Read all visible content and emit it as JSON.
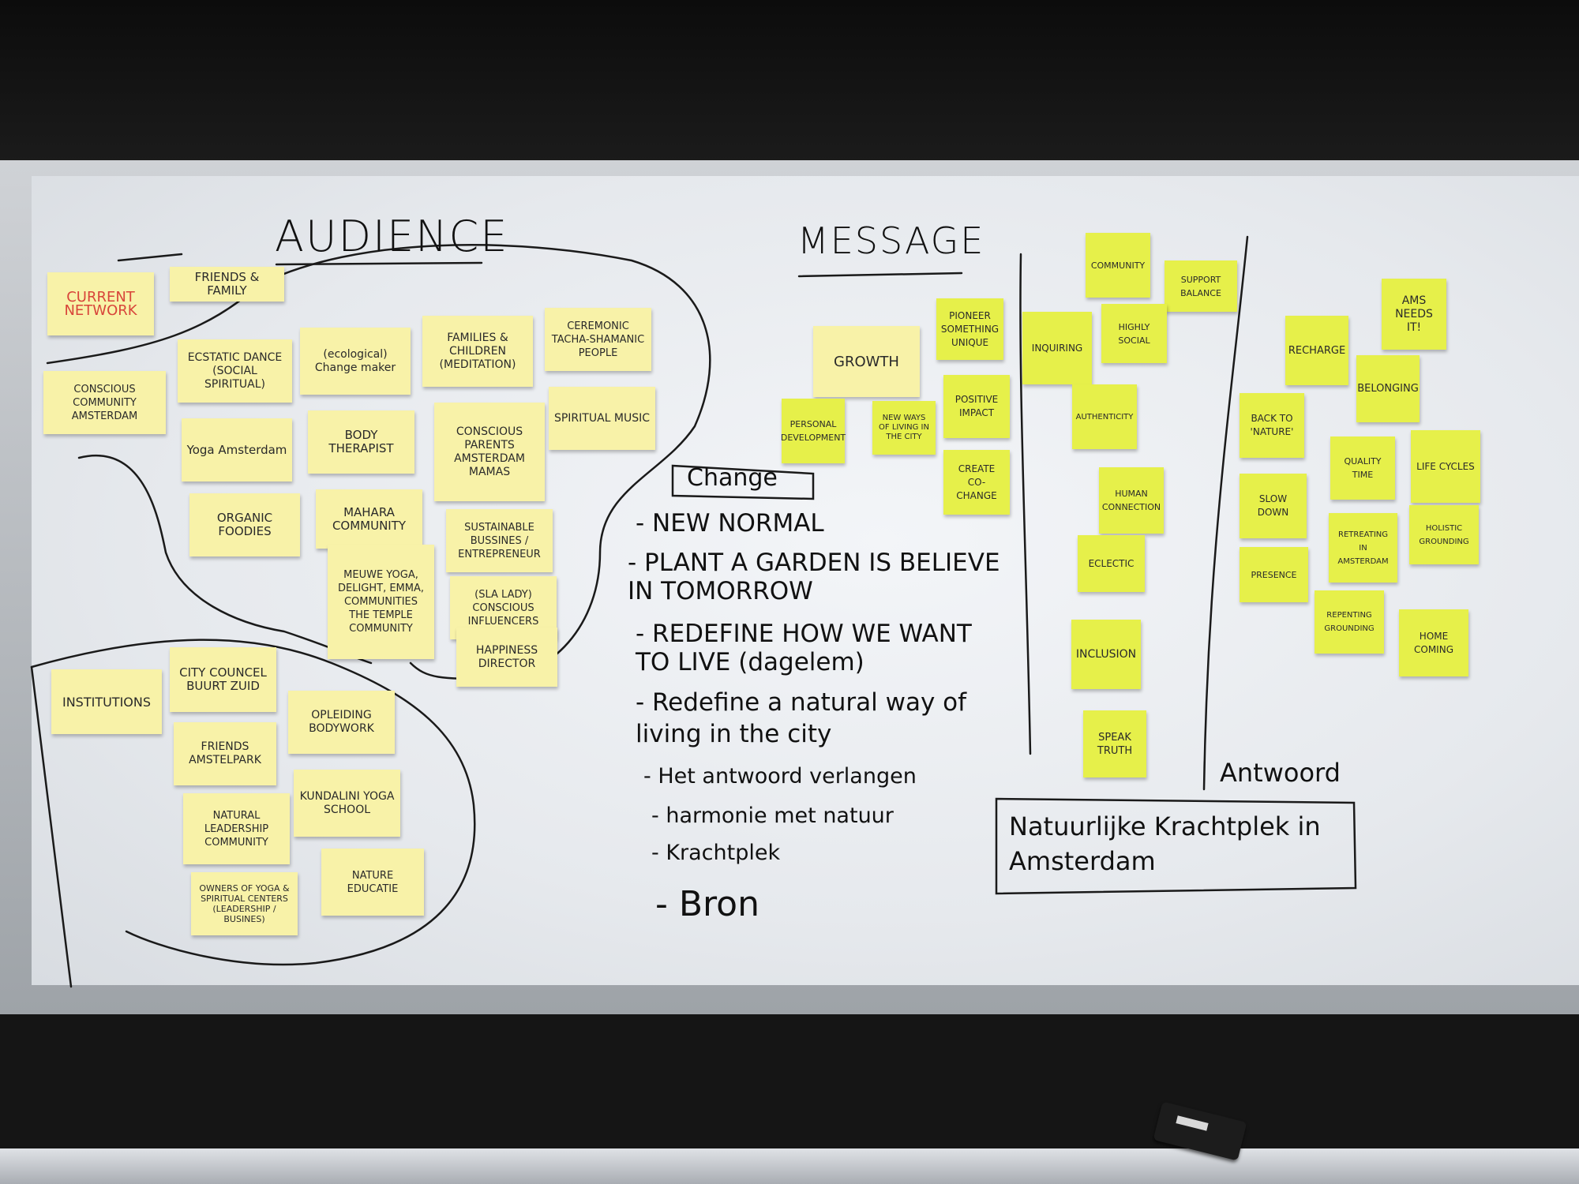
{
  "board": {
    "audience_title": "AUDIENCE",
    "message_title": "MESSAGE",
    "change_heading": "Change",
    "change_items": [
      "- NEW NORMAL",
      "- PLANT A GARDEN IS BELIEVE IN TOMORROW",
      "- REDEFINE HOW WE WANT TO LIVE (dagelem)",
      "- Redefine a natural way of living in the city",
      "- Het antwoord verlangen",
      "- harmonie met natuur",
      "- Krachtplek",
      "- Bron"
    ],
    "antwoord_label": "Antwoord",
    "antwoord_box": "Natuurlijke Krachtplek in Amsterdam"
  },
  "audience_notes": [
    "CURRENT NETWORK",
    "FRIENDS & FAMILY",
    "CONSCIOUS COMMUNITY AMSTERDAM",
    "ECSTATIC DANCE (SOCIAL SPIRITUAL)",
    "(ecological) Change maker",
    "FAMILIES & CHILDREN (Meditation)",
    "CEREMONIC TACHA-SHAMANIC PEOPLE",
    "Yoga Amsterdam",
    "BODY THERAPIST",
    "CONSCIOUS PARENTS AMSTERDAM MAMAS",
    "SPIRITUAL MUSIC",
    "ORGANIC FOODIES",
    "MAHARA COMMUNITY",
    "SUSTAINABLE BUSSINES / ENTREPRENEUR",
    "MEUWE YOGA, DELIGHT, EMMA, COMMUNITIES THE TEMPLE COMMUNITY",
    "(SLA LADY) CONSCIOUS INFLUENCERS",
    "HAPPINESS DIRECTOR",
    "INSTITUTIONS",
    "CITY COUNCEL BUURT ZUID",
    "OPLEIDING BODYWORK",
    "FRIENDS AMSTELPARK",
    "NATURAL LEADERSHIP COMMUNITY",
    "KUNDALINI YOGA SCHOOL",
    "NATURE EDUCATIE",
    "OWNERS OF YOGA & SPIRITUAL CENTERS (LEADERSHIP / BUSINES)"
  ],
  "message_notes": [
    "GROWTH",
    "PIONEER SOMETHING UNIQUE",
    "PERSONAL DEVELOPMENT",
    "NEW WAYS OF LIVING IN THE CITY",
    "POSITIVE IMPACT",
    "CREATE CO-CHANGE"
  ],
  "middle_notes": [
    "COMMUNITY",
    "SUPPORT BALANCE",
    "INQUIRING",
    "HIGHLY SOCIAL",
    "AUTHENTICITY",
    "HUMAN CONNECTION",
    "ECLECTIC",
    "INCLUSION",
    "SPEAK TRUTH"
  ],
  "right_notes": [
    "AMS NEEDS IT!",
    "RECHARGE",
    "BELONGING",
    "BACK TO 'NATURE'",
    "QUALITY TIME",
    "LIFE CYCLES",
    "SLOW DOWN",
    "RETREATING IN AMSTERDAM",
    "HOLISTIC GROUNDING",
    "PRESENCE",
    "REPENTING GROUNDING",
    "HOME COMING"
  ],
  "colors": {
    "sticky_yellow": "#f8f2a8",
    "sticky_green": "#e6f04a",
    "marker_black": "#111111",
    "marker_red": "#d8453a"
  }
}
